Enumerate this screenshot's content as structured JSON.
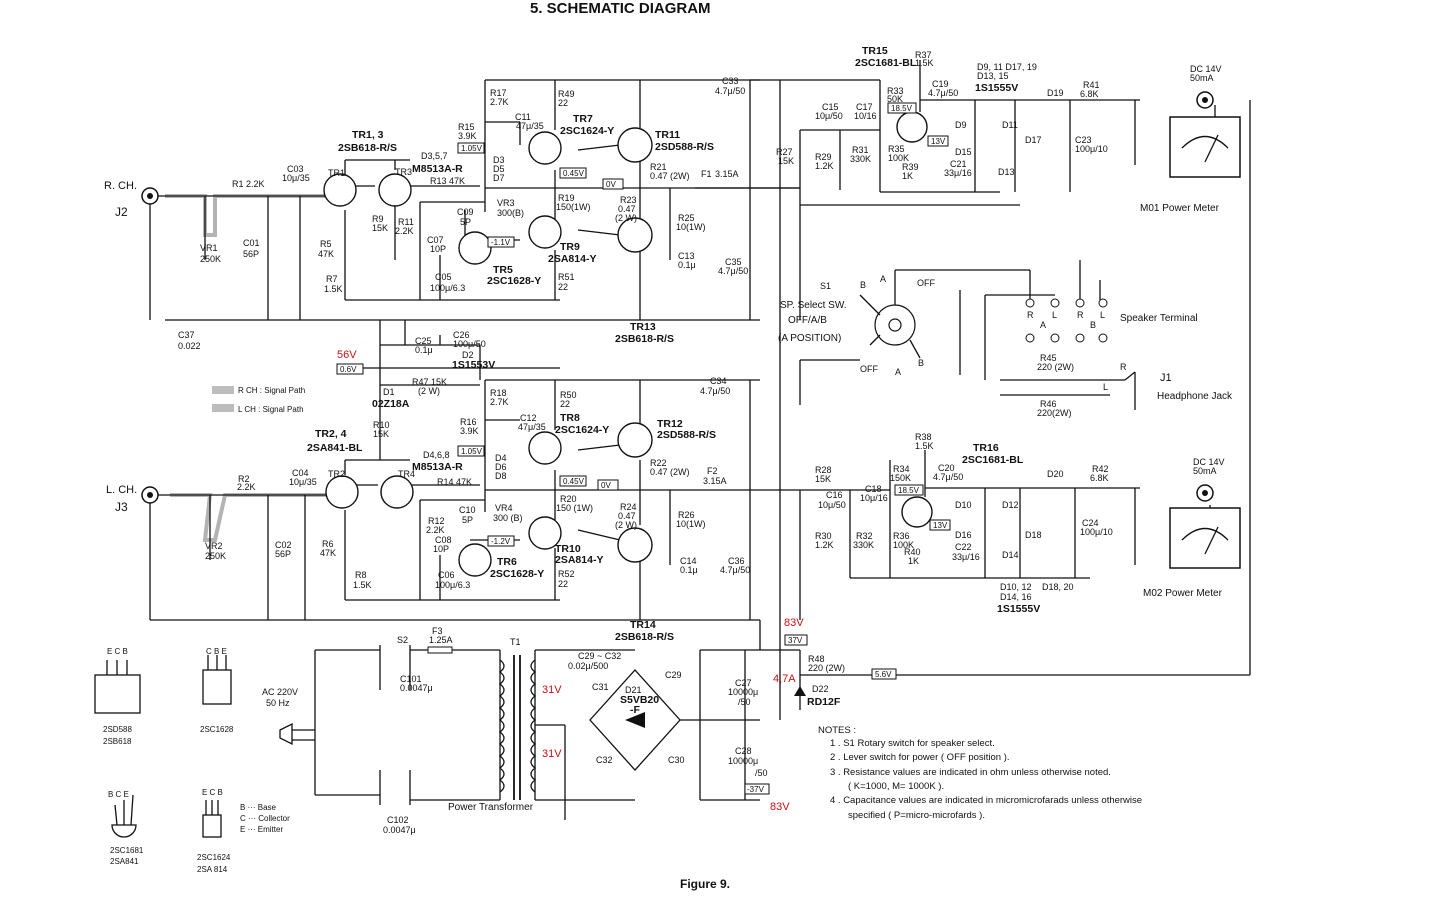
{
  "title": "5. SCHEMATIC DIAGRAM",
  "figure_caption": "Figure 9.",
  "inputs": {
    "r_ch": "R. CH.",
    "j2": "J2",
    "l_ch": "L. CH.",
    "j3": "J3"
  },
  "legend": {
    "r_path": "R CH : Signal Path",
    "l_path": "L CH : Signal Path"
  },
  "transistors": {
    "tr13_in": "TR1, 3",
    "tr13_part": "2SB618-R/S",
    "tr24_in": "TR2, 4",
    "tr24_part": "2SA841-BL",
    "tr1": "TR1",
    "tr3": "TR3",
    "tr2": "TR2",
    "tr4": "TR4",
    "tr7": "TR7",
    "tr7_part": "2SC1624-Y",
    "tr8": "TR8",
    "tr8_part": "2SC1624-Y",
    "tr11": "TR11",
    "tr11_part": "2SD588-R/S",
    "tr12": "TR12",
    "tr12_part": "2SD588-R/S",
    "tr5": "TR5",
    "tr5_part": "2SC1628-Y",
    "tr6": "TR6",
    "tr6_part": "2SC1628-Y",
    "tr9": "TR9",
    "tr9_part": "2SA814-Y",
    "tr10": "TR10",
    "tr10_part": "2SA814-Y",
    "tr13": "TR13",
    "tr14": "TR14",
    "tr14_part": "2SB618-R/S",
    "tr15": "TR15",
    "tr15_part": "2SC1681-BL",
    "tr16": "TR16",
    "tr16_part": "2SC1681-BL"
  },
  "components_r": {
    "r1": "R1 2.2K",
    "c03": "C03",
    "c03v": "10μ/35",
    "vr1": "VR1",
    "vr1v": "250K",
    "c01": "C01",
    "c01v": "56P",
    "r5": "R5",
    "r5v": "47K",
    "r7": "R7",
    "r7v": "1.5K",
    "c37": "C37",
    "c37v": "0.022",
    "r9": "R9",
    "r9v": "15K",
    "r11": "R11",
    "r11v": "2.2K",
    "d357": "D3,5,7",
    "d357p": "M8513A-R",
    "r13": "R13 47K",
    "r15": "R15",
    "r15v": "3.9K",
    "r17": "R17",
    "r17v": "2.7K",
    "c11": "C11",
    "c11v": "47μ/35",
    "r49": "R49",
    "r49v": "22",
    "d3": "D3",
    "d5": "D5",
    "d7": "D7",
    "vr3": "VR3",
    "vr3v": "300(B)",
    "c09": "C09",
    "c09v": "5P",
    "c07": "C07",
    "c07v": "10P",
    "c05": "C05",
    "c05v": "100μ/6.3",
    "r19": "R19",
    "r19v": "150(1W)",
    "r21": "R21",
    "r21v": "0.47 (2W)",
    "f1": "F1",
    "f1v": "3.15A",
    "r23": "R23",
    "r23v": "0.47",
    "r23w": "(2 W)",
    "r25": "R25",
    "r25v": "10(1W)",
    "r51": "R51",
    "r51v": "22",
    "c13": "C13",
    "c13v": "0.1μ",
    "c33": "C33",
    "c33v": "4.7μ/50",
    "c35": "C35",
    "c35v": "4.7μ/50"
  },
  "components_l": {
    "r2": "R2",
    "r2v": "2.2K",
    "c04": "C04",
    "c04v": "10μ/35",
    "vr2": "VR2",
    "vr2v": "250K",
    "c02": "C02",
    "c02v": "56P",
    "r6": "R6",
    "r6v": "47K",
    "r8": "R8",
    "r8v": "1.5K",
    "r10": "R10",
    "r10v": "15K",
    "r12": "R12",
    "r12v": "2.2K",
    "d468": "D4,6,8",
    "d468p": "M8513A-R",
    "r14": "R14 47K",
    "r16": "R16",
    "r16v": "3.9K",
    "r18": "R18",
    "r18v": "2.7K",
    "c12": "C12",
    "c12v": "47μ/35",
    "r50": "R50",
    "r50v": "22",
    "d4": "D4",
    "d6": "D6",
    "d8": "D8",
    "vr4": "VR4",
    "vr4v": "300 (B)",
    "c10": "C10",
    "c10v": "5P",
    "c08": "C08",
    "c08v": "10P",
    "c06": "C06",
    "c06v": "100μ/6.3",
    "r20": "R20",
    "r20v": "150 (1W)",
    "r22": "R22",
    "r22v": "0.47 (2W)",
    "f2": "F2",
    "f2v": "3.15A",
    "r24": "R24",
    "r24v": "0.47",
    "r24w": "(2 W)",
    "r26": "R26",
    "r26v": "10(1W)",
    "r52": "R52",
    "r52v": "22",
    "c14": "C14",
    "c14v": "0.1μ",
    "c34": "C34",
    "c34v": "4.7μ/50",
    "c36": "C36",
    "c36v": "4.7μ/50"
  },
  "bias_section": {
    "c25": "C25",
    "c25v": "0.1μ",
    "c26": "C26",
    "c26v": "100μ/50",
    "d2": "D2",
    "d2p": "1S1553V",
    "d1": "D1",
    "d1p": "02Z18A",
    "r47": "R47 15K",
    "r47w": "(2 W)"
  },
  "meter_r": {
    "r37": "R37",
    "r37v": "1.5K",
    "r33": "R33",
    "r33v": "50K",
    "c19": "C19",
    "c19v": "4.7μ/50",
    "c15": "C15",
    "c15v": "10μ/50",
    "c17": "C17",
    "c17v": "10/16",
    "r27": "R27",
    "r27v": "15K",
    "r29": "R29",
    "r29v": "1.2K",
    "r31": "R31",
    "r31v": "330K",
    "r35": "R35",
    "r35v": "100K",
    "r39": "R39",
    "r39v": "1K",
    "c21": "C21",
    "c21v": "33μ/16",
    "d9": "D9",
    "d11": "D11",
    "d13": "D13",
    "d15": "D15",
    "d17": "D17",
    "d19": "D19",
    "dgroup1": "D9, 11 D17, 19",
    "dgroup2": "D13, 15",
    "dpart": "1S1555V",
    "r41": "R41",
    "r41v": "6.8K",
    "c23": "C23",
    "c23v": "100μ/10",
    "dc": "DC 14V",
    "ma": "50mA",
    "meter": "M01 Power Meter"
  },
  "meter_l": {
    "r38": "R38",
    "r38v": "1.5K",
    "r34": "R34",
    "r34v": "150K",
    "c20": "C20",
    "c20v": "4.7μ/50",
    "c16": "C16",
    "c16v": "10μ/50",
    "c18": "C18",
    "c18v": "10μ/16",
    "r28": "R28",
    "r28v": "15K",
    "r30": "R30",
    "r30v": "1.2K",
    "r32": "R32",
    "r32v": "330K",
    "r36": "R36",
    "r36v": "100K",
    "r40": "R40",
    "r40v": "1K",
    "c22": "C22",
    "c22v": "33μ/16",
    "d10": "D10",
    "d12": "D12",
    "d14": "D14",
    "d16": "D16",
    "d18": "D18",
    "d20": "D20",
    "dgroup1": "D10, 12",
    "dgroup2": "D14, 16",
    "dgroup3": "D18, 20",
    "dpart": "1S1555V",
    "r42": "R42",
    "r42v": "6.8K",
    "c24": "C24",
    "c24v": "100μ/10",
    "dc": "DC 14V",
    "ma": "50mA",
    "meter": "M02 Power Meter"
  },
  "speaker": {
    "s1": "S1",
    "sw1": "SP. Select SW.",
    "sw2": "OFF/A/B",
    "sw3": "(A POSITION)",
    "a": "A",
    "b": "B",
    "off": "OFF",
    "r": "R",
    "l": "L",
    "terminal": "Speaker Terminal",
    "r45": "R45",
    "r45v": "220 (2W)",
    "r46": "R46",
    "r46v": "220(2W)",
    "j1": "J1",
    "jack": "Headphone Jack"
  },
  "power": {
    "s2": "S2",
    "f3": "F3",
    "f3v": "1.25A",
    "t1": "T1",
    "ac": "AC 220V",
    "hz": "50 Hz",
    "c101": "C101",
    "c101v": "0.0047μ",
    "c102": "C102",
    "c102v": "0.0047μ",
    "transformer": "Power Transformer",
    "c29c32": "C29 ~ C32",
    "c29c32v": "0.02μ/500",
    "c29": "C29",
    "c30": "C30",
    "c31": "C31",
    "c32": "C32",
    "d21": "D21",
    "d21p": "S5VB20",
    "d21s": "-F",
    "c27": "C27",
    "c27v": "10000μ",
    "c27w": "/50",
    "c28": "C28",
    "c28v": "10000μ",
    "c28w": "/50",
    "r48": "R48",
    "r48v": "220 (2W)",
    "d22": "D22",
    "d22p": "RD12F"
  },
  "voltage_boxes": {
    "v105a": "1.05V",
    "v045a": "0.45V",
    "v0a": "0V",
    "v11a": "-1.1V",
    "v105b": "1.05V",
    "v045b": "0.45V",
    "v0b": "0V",
    "v12b": "-1.2V",
    "v06": "0.6V",
    "v185a": "18.5V",
    "v13a": "13V",
    "v185b": "18.5V",
    "v13b": "13V",
    "v37p": "37V",
    "v37n": "-37V",
    "v56": "5.6V"
  },
  "handwritten": {
    "v56": "56V",
    "v83a": "83V",
    "v47a": "4,7A",
    "v31a": "31V",
    "v31b": "31V",
    "v83b": "83V"
  },
  "pinouts": {
    "p1": "E C B",
    "p1a": "2SD588",
    "p1b": "2SB618",
    "p2": "C B E",
    "p2a": "2SC1628",
    "p3": "B C E",
    "p3a": "2SC1681",
    "p3b": "2SA841",
    "p4": "E C B",
    "p4a": "2SC1624",
    "p4b": "2SA 814",
    "base": "B ··· Base",
    "collector": "C ··· Collector",
    "emitter": "E ··· Emitter"
  },
  "notes": {
    "heading": "NOTES :",
    "n1": "1 . S1 Rotary switch for speaker select.",
    "n2": "2 . Lever switch for power ( OFF position ).",
    "n3": "3 . Resistance values are indicated in ohm unless otherwise noted.",
    "n3b": "( K=1000, M= 1000K ).",
    "n4": "4 . Capacitance values are indicated in micromicrofarads unless otherwise",
    "n4b": "specified ( P=micro-microfards )."
  }
}
